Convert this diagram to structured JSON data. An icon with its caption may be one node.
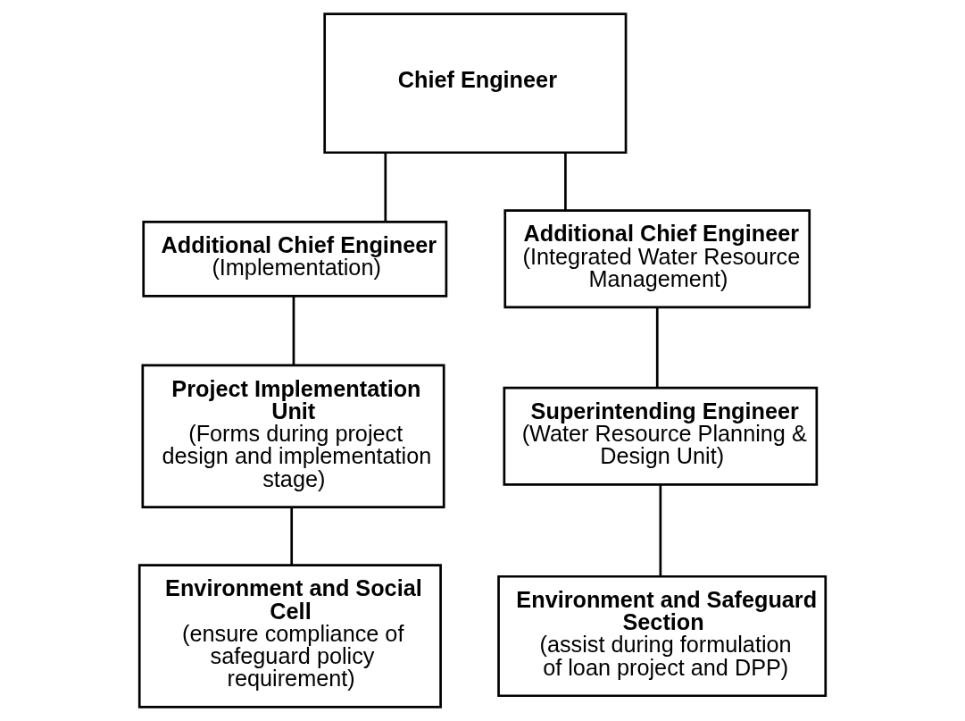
{
  "diagram": {
    "nodes": [
      {
        "text": [
          "Chief Engineer"
        ]
      },
      {
        "text": [
          "Additional Chief Engineer",
          "(Implementation)"
        ]
      },
      {
        "text": [
          "Additional Chief Engineer",
          "(Integrated Water Resource Management)"
        ]
      },
      {
        "text": [
          "Project Implementation Unit",
          "(Forms during project design and implementation stage)"
        ]
      },
      {
        "text": [
          "Superintending Engineer",
          "(Water Resource Planning & Design Unit)"
        ]
      },
      {
        "text": [
          "Environment and Social Cell",
          "(ensure compliance of safeguard policy requirement)"
        ]
      },
      {
        "text": [
          "Environment and Safeguard Section",
          "(assist during formulation of loan project and DPP)"
        ]
      }
    ],
    "edges": [
      {
        "from": 0,
        "to": 1,
        "arrow": "none"
      },
      {
        "from": 0,
        "to": 2,
        "arrow": "none"
      },
      {
        "from": 1,
        "to": 3,
        "arrow": "none"
      },
      {
        "from": 2,
        "to": 4,
        "arrow": "none"
      },
      {
        "from": 3,
        "to": 5,
        "arrow": "none"
      },
      {
        "from": 4,
        "to": 6,
        "arrow": "none"
      }
    ]
  }
}
